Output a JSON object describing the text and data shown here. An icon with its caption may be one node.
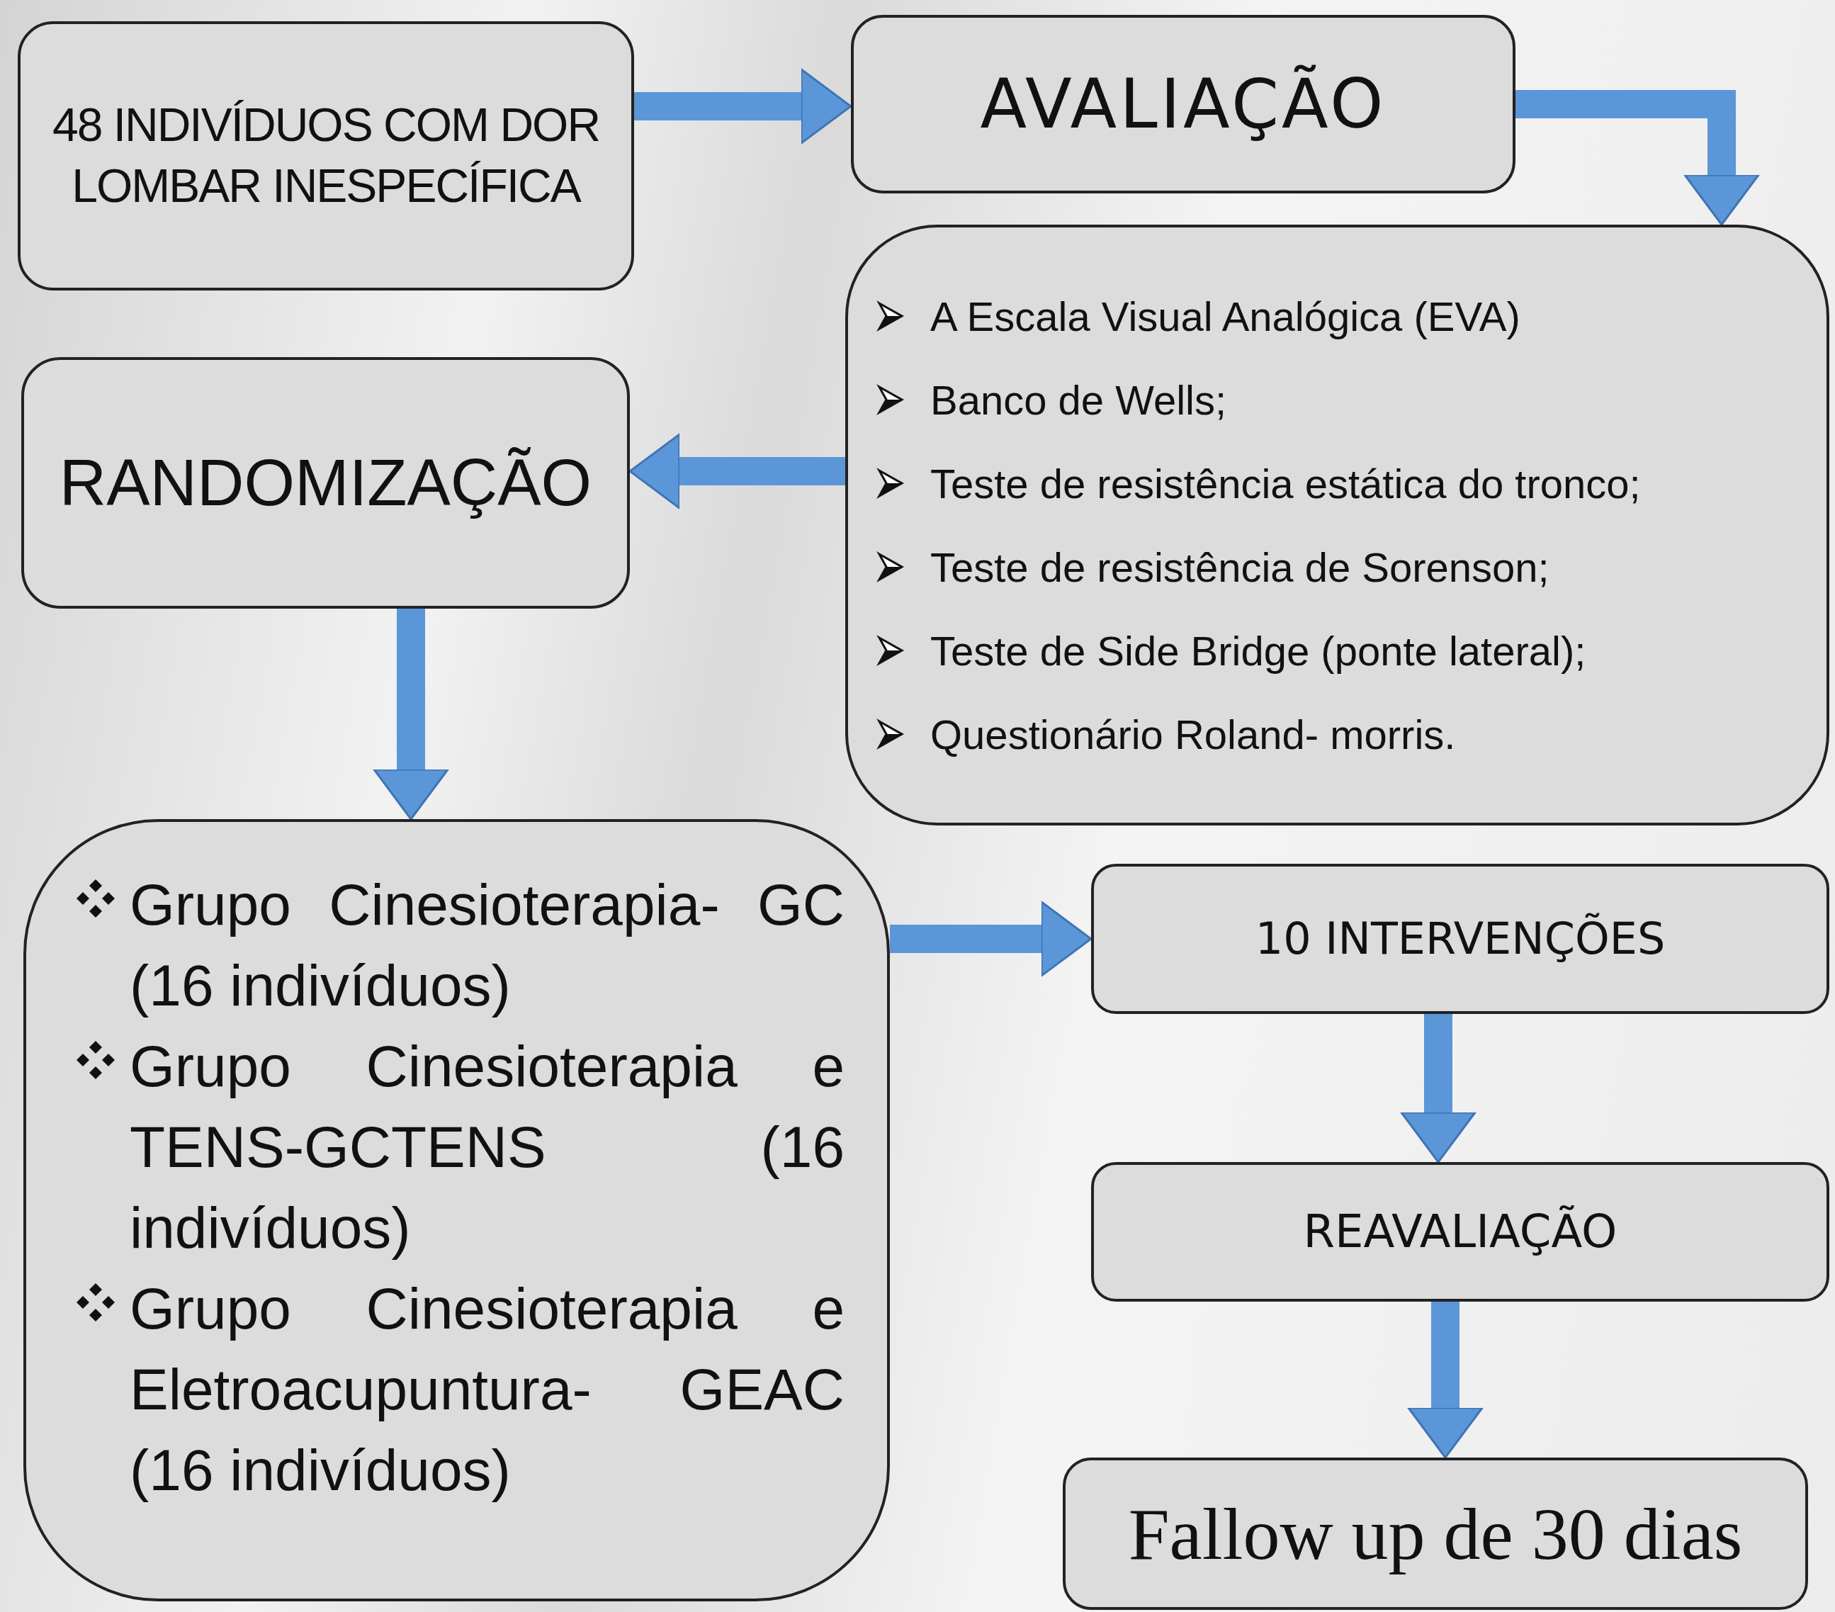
{
  "diagram": {
    "nodes": [
      {
        "text": [
          "48 INDIVÍDUOS COM DOR LOMBAR INESPECÍFICA"
        ]
      },
      {
        "text": [
          "AVALIAÇÃO"
        ]
      },
      {
        "text": [
          "A Escala Visual Analógica (EVA)",
          "Banco de Wells;",
          "Teste de resistência estática do tronco;",
          "Teste de resistência de Sorenson;",
          "Teste de Side Bridge (ponte lateral);",
          "Questionário Roland- morris."
        ]
      },
      {
        "text": [
          "RANDOMIZAÇÃO"
        ]
      },
      {
        "text": [
          "Grupo Cinesioterapia- GC (16 indivíduos)",
          "Grupo Cinesioterapia e TENS-GCTENS (16 indivíduos)",
          "Grupo Cinesioterapia e Eletroacupuntura- GEAC (16 indivíduos)"
        ]
      },
      {
        "text": [
          "10 INTERVENÇÕES"
        ]
      },
      {
        "text": [
          "REAVALIAÇÃO"
        ]
      },
      {
        "text": [
          "Fallow up de 30 dias"
        ]
      }
    ],
    "edges": [
      {
        "from": 0,
        "to": 1,
        "arrow": "to"
      },
      {
        "from": 1,
        "to": 2,
        "arrow": "to"
      },
      {
        "from": 2,
        "to": 3,
        "arrow": "to"
      },
      {
        "from": 3,
        "to": 4,
        "arrow": "to"
      },
      {
        "from": 4,
        "to": 5,
        "arrow": "to"
      },
      {
        "from": 5,
        "to": 6,
        "arrow": "to"
      },
      {
        "from": 6,
        "to": 7,
        "arrow": "to"
      }
    ]
  }
}
